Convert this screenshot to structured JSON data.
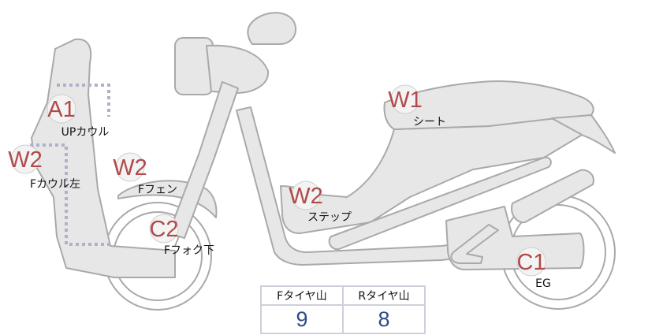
{
  "diagram": {
    "badges": [
      {
        "id": "a1-upcowl",
        "code": "A1",
        "label": "UPカウル"
      },
      {
        "id": "w2-fcowl-left",
        "code": "W2",
        "label": "Fカウル左"
      },
      {
        "id": "w2-ffender",
        "code": "W2",
        "label": "Fフェン"
      },
      {
        "id": "c2-ffork-lower",
        "code": "C2",
        "label": "Fフォク下"
      },
      {
        "id": "w2-step",
        "code": "W2",
        "label": "ステップ"
      },
      {
        "id": "w1-seat",
        "code": "W1",
        "label": "シート"
      },
      {
        "id": "c1-engine",
        "code": "C1",
        "label": "EG"
      }
    ]
  },
  "tire_table": {
    "headers": [
      "Fタイヤ山",
      "Rタイヤ山"
    ],
    "values": [
      "9",
      "8"
    ]
  }
}
